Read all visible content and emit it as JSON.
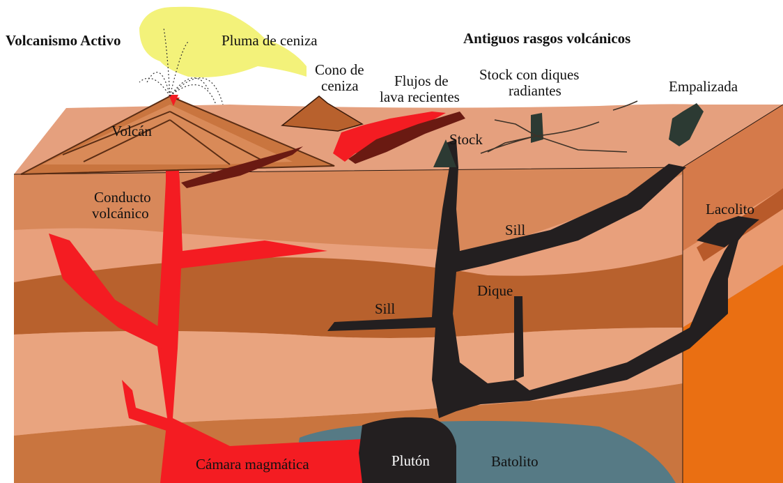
{
  "headers": {
    "active": "Volcanismo Activo",
    "ancient": "Antiguos rasgos volcánicos"
  },
  "labels": {
    "ash_plume": "Pluma de ceniza",
    "cinder_cone_1": "Cono de",
    "cinder_cone_2": "ceniza",
    "lava_flows_1": "Flujos de",
    "lava_flows_2": "lava recientes",
    "stock_dikes_1": "Stock con diques",
    "stock_dikes_2": "radiantes",
    "volcanic_neck": "Empalizada",
    "volcano": "Volcán",
    "stock": "Stock",
    "conduit_1": "Conducto",
    "conduit_2": "volcánico",
    "sill_upper": "Sill",
    "sill_lower": "Sill",
    "laccolith": "Lacolito",
    "dike": "Dique",
    "magma_chamber": "Cámara magmática",
    "pluton": "Plutón",
    "batholith": "Batolito"
  },
  "colors": {
    "magma": "#f41c22",
    "intrusion": "#231f20",
    "batholith": "#567a85",
    "ash": "#f3f27a",
    "layer_light": "#e5a07e",
    "layer_mid": "#c9753f",
    "layer_dark": "#b8612d",
    "side_face": "#d06c28"
  }
}
